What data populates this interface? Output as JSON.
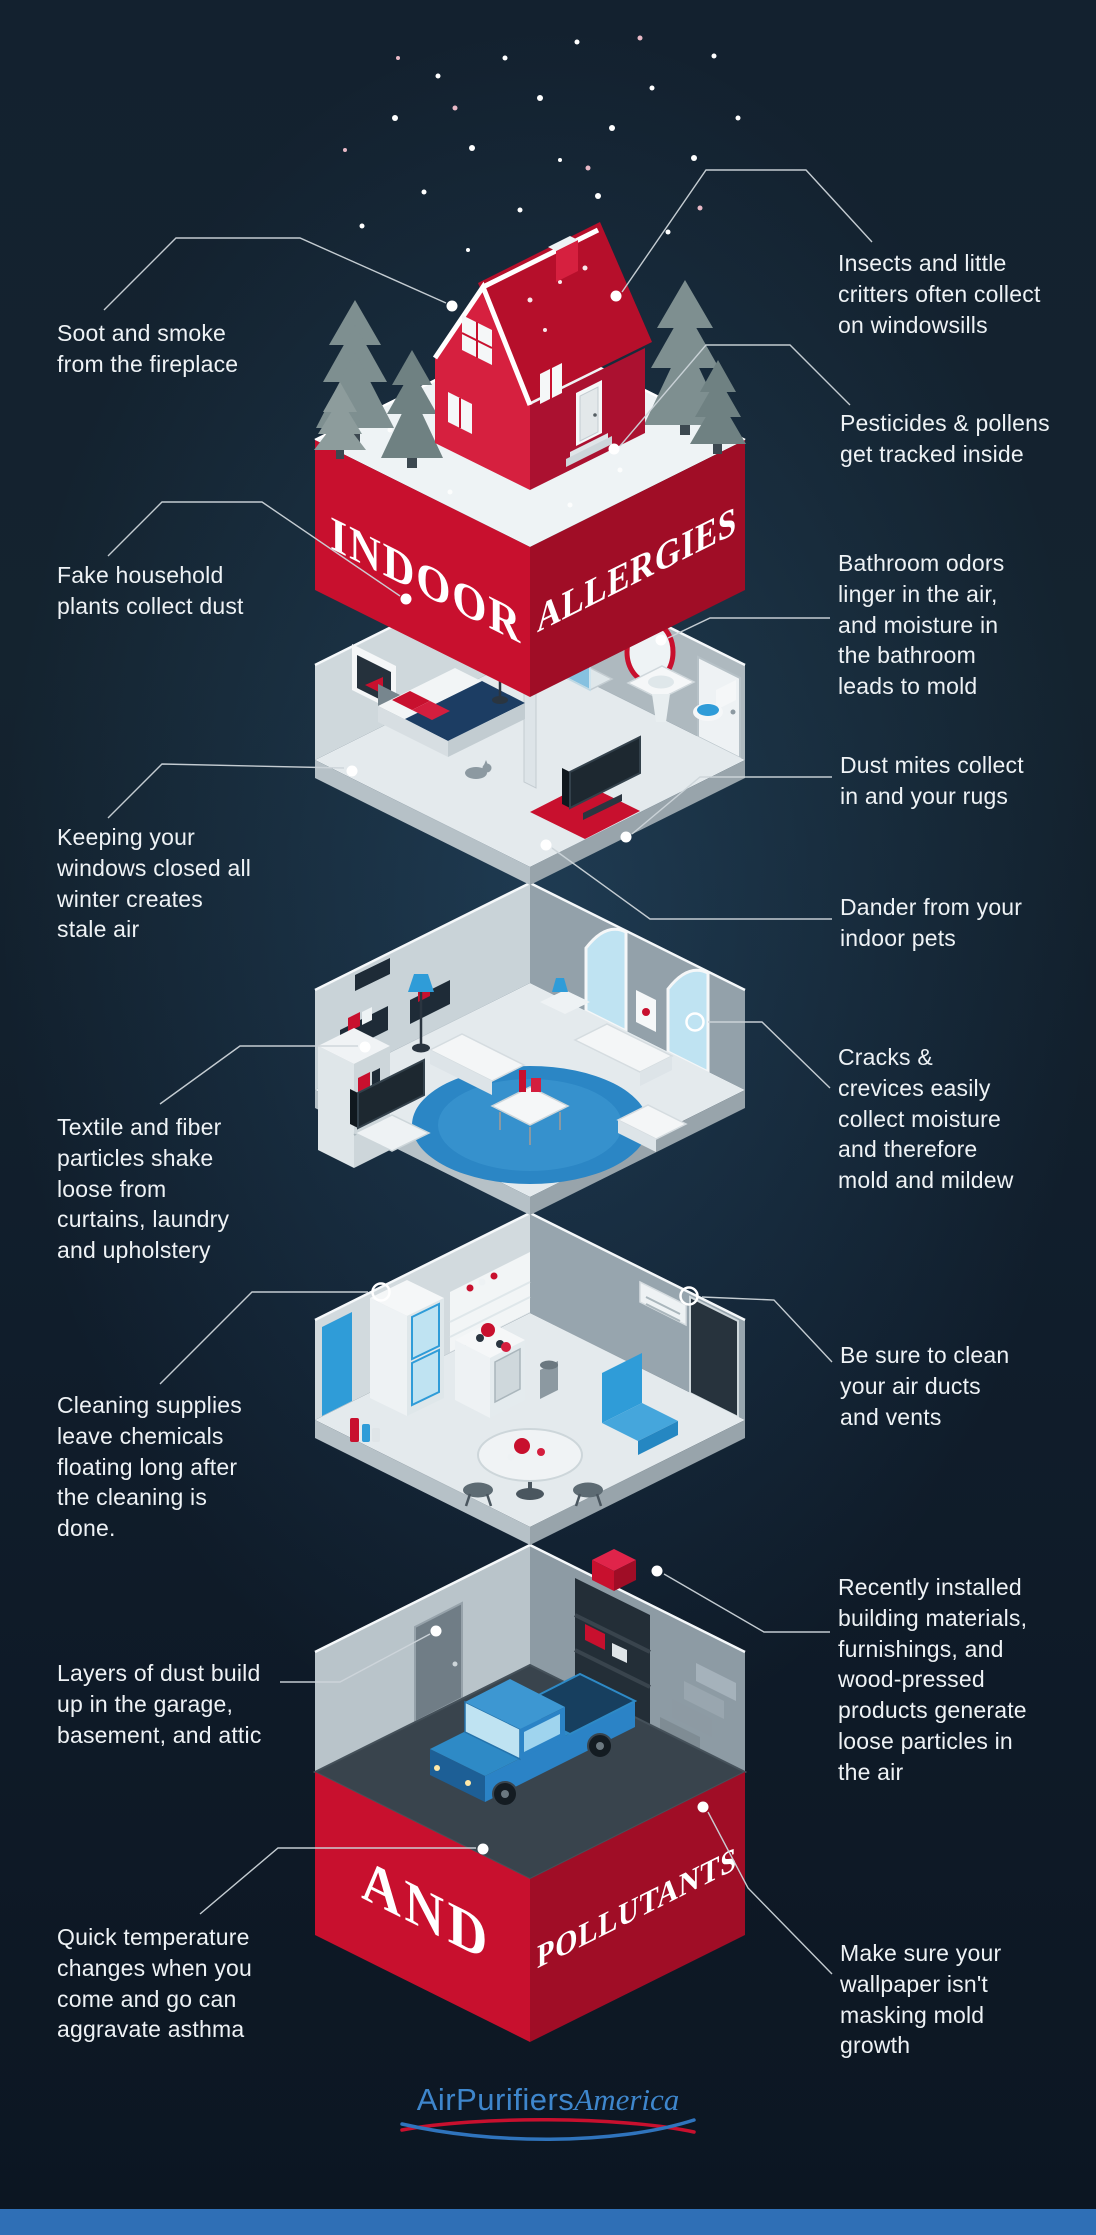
{
  "banners": {
    "indoor": "INDOOR",
    "allergies": "ALLERGIES",
    "and": "AND",
    "pollutants": "POLLUTANTS"
  },
  "callouts_left": [
    {
      "text": "Soot and smoke from the fireplace"
    },
    {
      "text": "Fake household plants collect dust"
    },
    {
      "text": "Keeping your windows closed all winter creates stale air"
    },
    {
      "text": "Textile and fiber particles shake loose from curtains, laundry and upholstery"
    },
    {
      "text": "Cleaning supplies leave chemicals floating long after the cleaning is done."
    },
    {
      "text": "Layers of dust build up in the garage, basement, and attic"
    },
    {
      "text": "Quick temperature changes when you come and go can aggravate asthma"
    }
  ],
  "callouts_right": [
    {
      "text": "Insects and little critters often collect on windowsills"
    },
    {
      "text": "Pesticides & pollens get tracked inside"
    },
    {
      "text": "Bathroom odors linger in the air, and moisture in the bathroom leads to mold"
    },
    {
      "text": "Dust mites collect in and your rugs"
    },
    {
      "text": "Dander from your indoor pets"
    },
    {
      "text": "Cracks & crevices easily collect moisture and therefore mold and mildew"
    },
    {
      "text": "Be sure to clean your air ducts and vents"
    },
    {
      "text": "Recently installed building materials, furnishings, and wood-pressed products generate loose particles in the air"
    },
    {
      "text": "Make sure your wallpaper isn't masking mold growth"
    }
  ],
  "logo": {
    "part1": "AirPurifiers",
    "part2": "America"
  },
  "colors": {
    "background": "#101d2b",
    "banner_red": "#c8102e",
    "banner_red_dark": "#a00d26",
    "accent_blue": "#2f9cd8",
    "logo_blue": "#3e86cc",
    "bottom_bar": "#2f6fb6",
    "text": "#eef2f5",
    "connector": "#cdd5da"
  }
}
